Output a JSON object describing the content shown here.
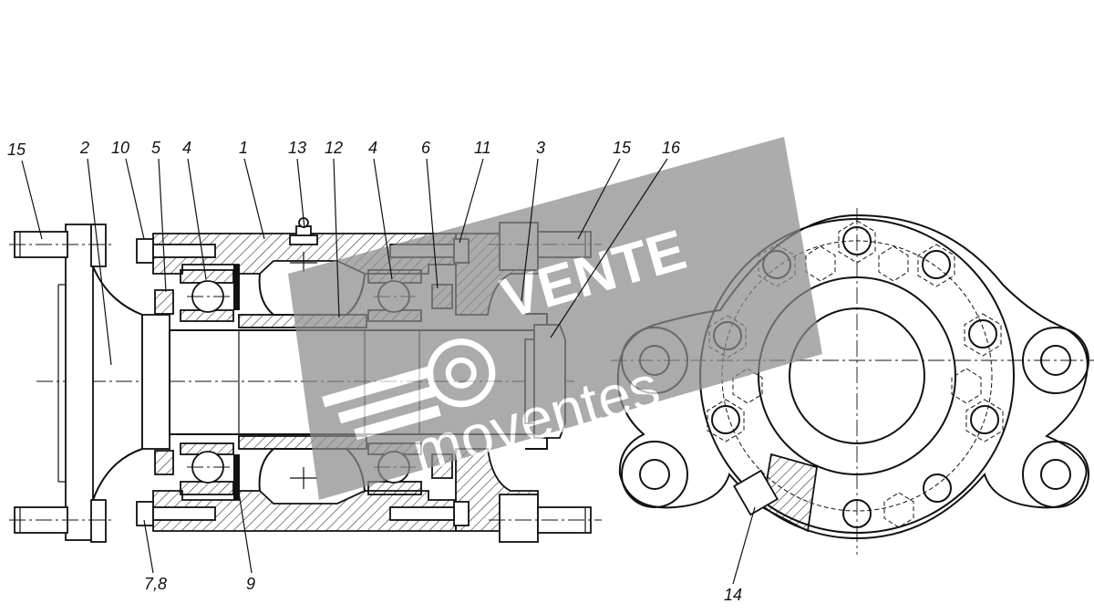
{
  "labels": {
    "top": [
      "15",
      "2",
      "10",
      "5",
      "4",
      "1",
      "13",
      "12",
      "4",
      "6",
      "11",
      "3",
      "15",
      "16"
    ],
    "bottom": [
      "7,8",
      "9",
      "14"
    ]
  },
  "watermark": {
    "word": "VENTE",
    "site": "moventes"
  },
  "colors": {
    "line": "#111111",
    "watermark": "#8c8c8c"
  }
}
